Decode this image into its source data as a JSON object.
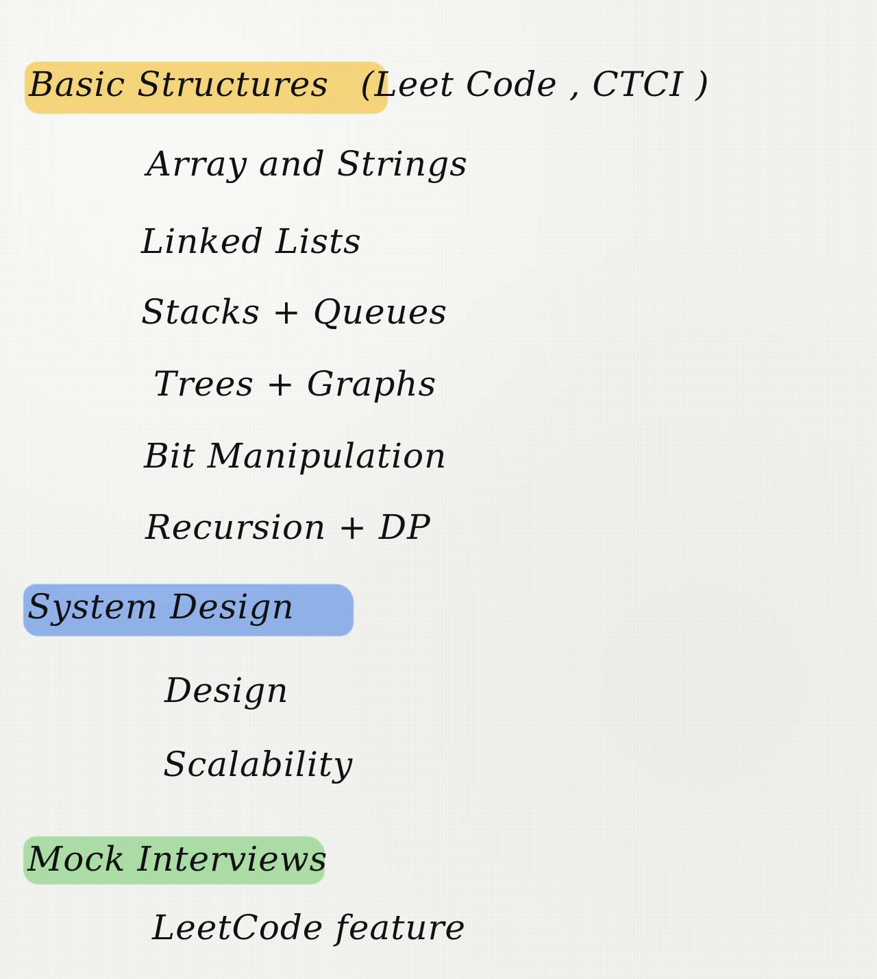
{
  "sections": [
    {
      "title": "Basic Structures",
      "source": "(Leet Code , CTCI )",
      "highlight_color": "#f3c84b",
      "items": [
        "Array and Strings",
        "Linked Lists",
        "Stacks + Queues",
        "Trees + Graphs",
        "Bit Manipulation",
        "Recursion + DP"
      ]
    },
    {
      "title": "System Design",
      "highlight_color": "#6b9ae6",
      "items": [
        "Design",
        "Scalability"
      ]
    },
    {
      "title": "Mock Interviews",
      "highlight_color": "#91d58a",
      "items": [
        "LeetCode feature"
      ]
    }
  ]
}
